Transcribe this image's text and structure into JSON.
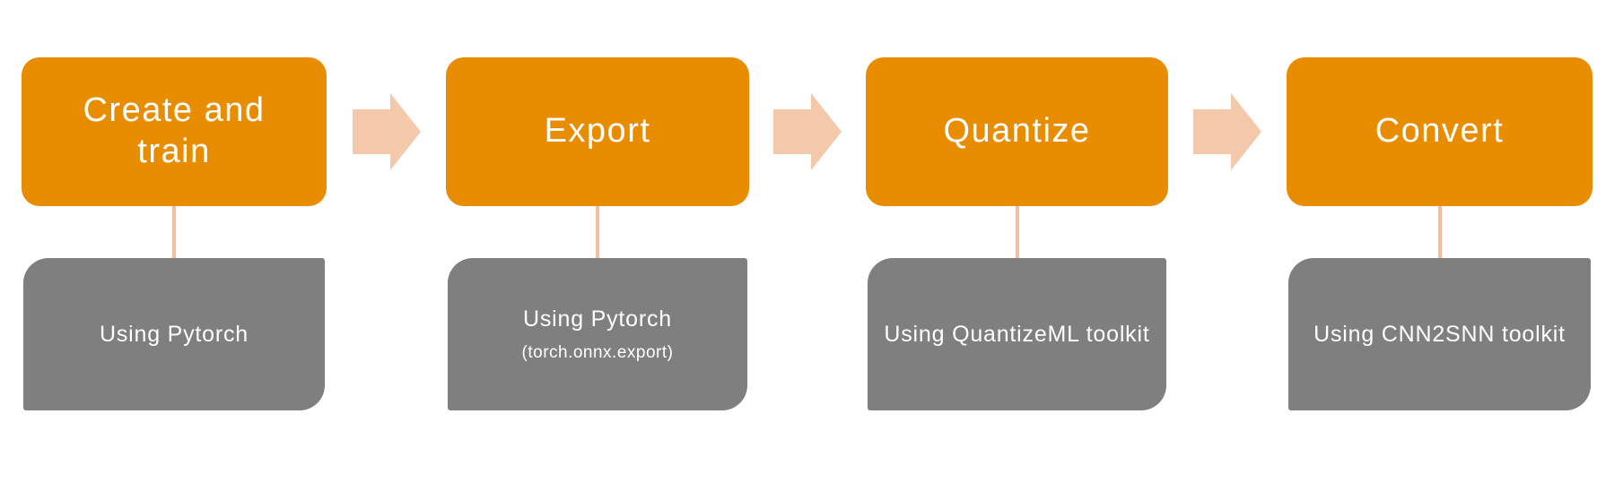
{
  "flow": {
    "type": "process-flow",
    "steps": [
      {
        "title": "Create and\ntrain",
        "detail": "Using Pytorch"
      },
      {
        "title": "Export",
        "detail": "Using Pytorch",
        "subdetail": "(torch.onnx.export)"
      },
      {
        "title": "Quantize",
        "detail": "Using QuantizeML toolkit"
      },
      {
        "title": "Convert",
        "detail": "Using CNN2SNN toolkit"
      }
    ],
    "colors": {
      "step_box_fill": "#E88C00",
      "detail_box_fill": "#7F7F7F",
      "arrow_fill": "#F4C8AA",
      "connector_line": "#F1BFA2",
      "text": "#FFFFFF",
      "background": "#FFFFFF"
    }
  }
}
